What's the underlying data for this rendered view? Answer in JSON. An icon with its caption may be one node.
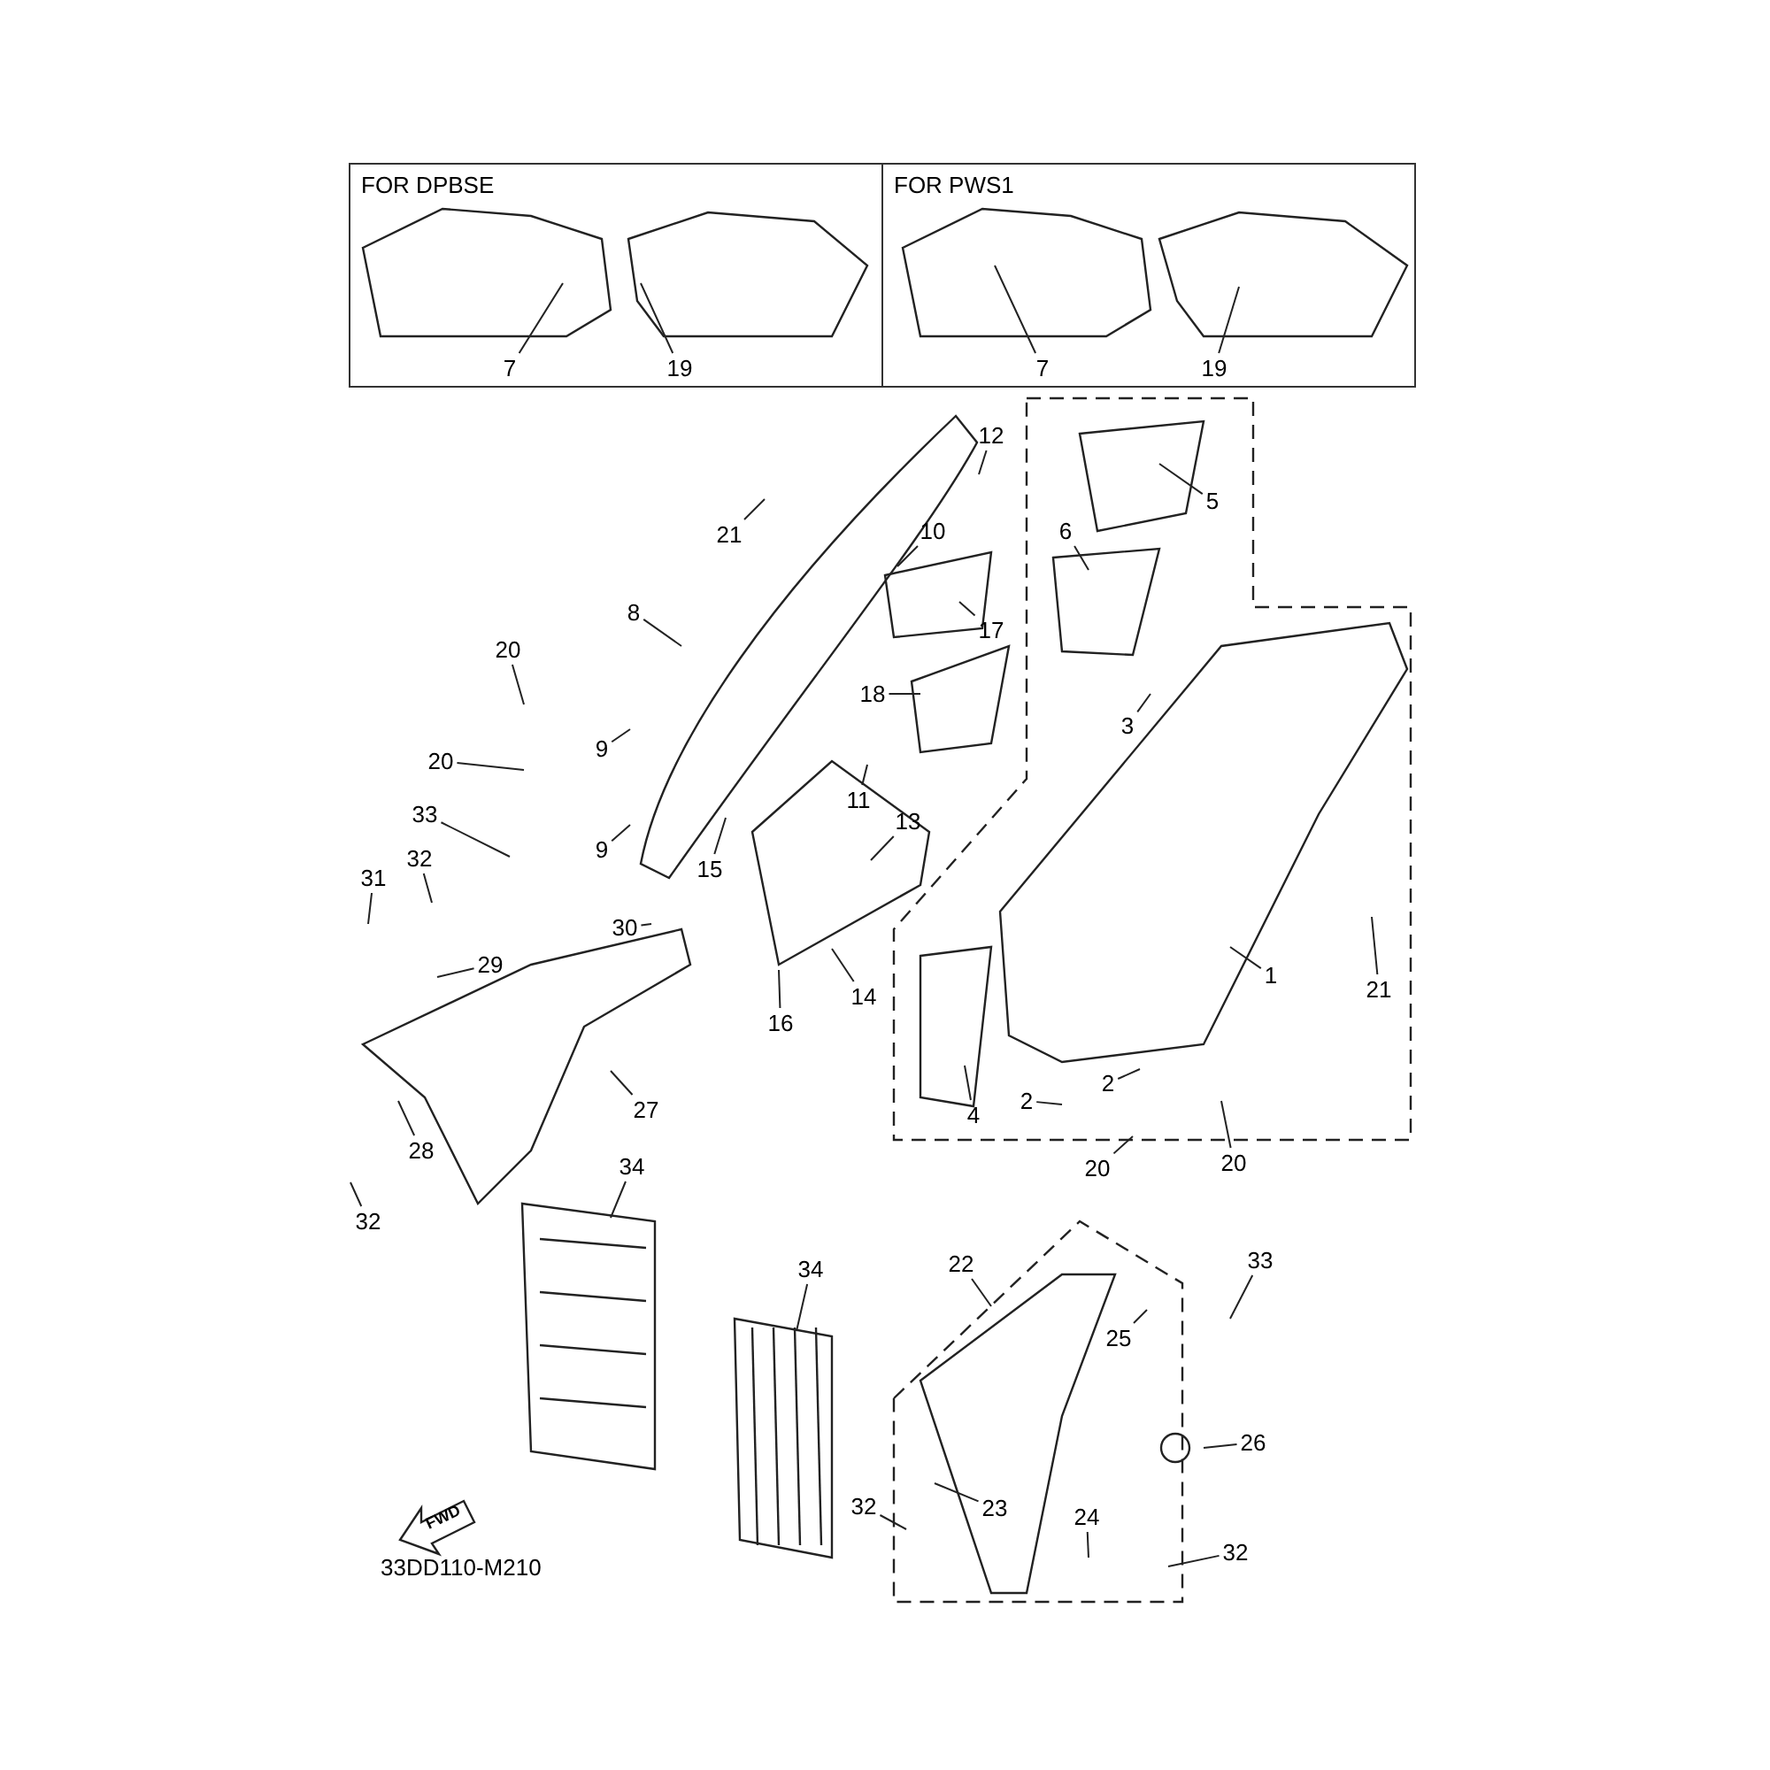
{
  "diagram": {
    "nodes": [
      {
        "text": [
          "FOR DPBSE"
        ]
      },
      {
        "text": [
          "7"
        ],
        "in": 0
      },
      {
        "text": [
          "19"
        ],
        "in": 0
      },
      {
        "text": [
          "FOR PWS1"
        ]
      },
      {
        "text": [
          "7"
        ],
        "in": 3
      },
      {
        "text": [
          "19"
        ],
        "in": 3
      },
      {
        "text": [
          "12"
        ]
      },
      {
        "text": [
          "5"
        ]
      },
      {
        "text": [
          "21"
        ]
      },
      {
        "text": [
          "10"
        ]
      },
      {
        "text": [
          "6"
        ]
      },
      {
        "text": [
          "8"
        ]
      },
      {
        "text": [
          "17"
        ]
      },
      {
        "text": [
          "20"
        ]
      },
      {
        "text": [
          "18"
        ]
      },
      {
        "text": [
          "3"
        ]
      },
      {
        "text": [
          "9"
        ]
      },
      {
        "text": [
          "20"
        ]
      },
      {
        "text": [
          "11"
        ]
      },
      {
        "text": [
          "13"
        ]
      },
      {
        "text": [
          "9"
        ]
      },
      {
        "text": [
          "33"
        ]
      },
      {
        "text": [
          "32"
        ]
      },
      {
        "text": [
          "15"
        ]
      },
      {
        "text": [
          "31"
        ]
      },
      {
        "text": [
          "30"
        ]
      },
      {
        "text": [
          "1"
        ]
      },
      {
        "text": [
          "21"
        ]
      },
      {
        "text": [
          "29"
        ]
      },
      {
        "text": [
          "16"
        ]
      },
      {
        "text": [
          "14"
        ]
      },
      {
        "text": [
          "2"
        ]
      },
      {
        "text": [
          "27"
        ]
      },
      {
        "text": [
          "4"
        ]
      },
      {
        "text": [
          "2"
        ]
      },
      {
        "text": [
          "28"
        ]
      },
      {
        "text": [
          "20"
        ]
      },
      {
        "text": [
          "20"
        ]
      },
      {
        "text": [
          "32"
        ]
      },
      {
        "text": [
          "34"
        ]
      },
      {
        "text": [
          "22"
        ]
      },
      {
        "text": [
          "33"
        ]
      },
      {
        "text": [
          "34"
        ]
      },
      {
        "text": [
          "25"
        ]
      },
      {
        "text": [
          "26"
        ]
      },
      {
        "text": [
          "32"
        ]
      },
      {
        "text": [
          "23"
        ]
      },
      {
        "text": [
          "24"
        ]
      },
      {
        "text": [
          "32"
        ]
      }
    ],
    "edges": [
      {
        "from": 1,
        "to": null,
        "arrow": "none"
      },
      {
        "from": 2,
        "to": null,
        "arrow": "none"
      },
      {
        "from": 4,
        "to": null,
        "arrow": "none"
      },
      {
        "from": 5,
        "to": null,
        "arrow": "none"
      },
      {
        "from": 6,
        "to": null,
        "arrow": "none"
      },
      {
        "from": 7,
        "to": null,
        "arrow": "none"
      },
      {
        "from": 8,
        "to": null,
        "arrow": "none"
      },
      {
        "from": 9,
        "to": null,
        "arrow": "none"
      },
      {
        "from": 10,
        "to": null,
        "arrow": "none"
      },
      {
        "from": 11,
        "to": null,
        "arrow": "none"
      },
      {
        "from": 12,
        "to": null,
        "arrow": "none"
      },
      {
        "from": 13,
        "to": null,
        "arrow": "none"
      },
      {
        "from": 14,
        "to": null,
        "arrow": "none"
      },
      {
        "from": 15,
        "to": null,
        "arrow": "none"
      },
      {
        "from": 16,
        "to": null,
        "arrow": "none"
      },
      {
        "from": 17,
        "to": null,
        "arrow": "none"
      },
      {
        "from": 18,
        "to": null,
        "arrow": "none"
      },
      {
        "from": 19,
        "to": null,
        "arrow": "none"
      },
      {
        "from": 20,
        "to": null,
        "arrow": "none"
      },
      {
        "from": 21,
        "to": null,
        "arrow": "none"
      },
      {
        "from": 22,
        "to": null,
        "arrow": "none"
      },
      {
        "from": 23,
        "to": null,
        "arrow": "none"
      },
      {
        "from": 24,
        "to": null,
        "arrow": "none"
      },
      {
        "from": 25,
        "to": null,
        "arrow": "none"
      },
      {
        "from": 26,
        "to": null,
        "arrow": "none"
      },
      {
        "from": 27,
        "to": null,
        "arrow": "none"
      },
      {
        "from": 28,
        "to": null,
        "arrow": "none"
      },
      {
        "from": 29,
        "to": null,
        "arrow": "none"
      },
      {
        "from": 30,
        "to": null,
        "arrow": "none"
      },
      {
        "from": 31,
        "to": null,
        "arrow": "none"
      },
      {
        "from": 32,
        "to": null,
        "arrow": "none"
      },
      {
        "from": 33,
        "to": null,
        "arrow": "none"
      },
      {
        "from": 34,
        "to": null,
        "arrow": "none"
      },
      {
        "from": 35,
        "to": null,
        "arrow": "none"
      },
      {
        "from": 36,
        "to": null,
        "arrow": "none"
      },
      {
        "from": 37,
        "to": null,
        "arrow": "none"
      },
      {
        "from": 38,
        "to": null,
        "arrow": "none"
      },
      {
        "from": 39,
        "to": null,
        "arrow": "none"
      },
      {
        "from": 40,
        "to": null,
        "arrow": "none"
      },
      {
        "from": 41,
        "to": null,
        "arrow": "none"
      },
      {
        "from": 42,
        "to": null,
        "arrow": "none"
      },
      {
        "from": 43,
        "to": null,
        "arrow": "none"
      },
      {
        "from": 44,
        "to": null,
        "arrow": "none"
      },
      {
        "from": 45,
        "to": null,
        "arrow": "none"
      },
      {
        "from": 46,
        "to": null,
        "arrow": "none"
      },
      {
        "from": 47,
        "to": null,
        "arrow": "none"
      },
      {
        "from": 48,
        "to": null,
        "arrow": "none"
      }
    ],
    "labels": [
      "FWD",
      "33DD110-M210"
    ]
  }
}
